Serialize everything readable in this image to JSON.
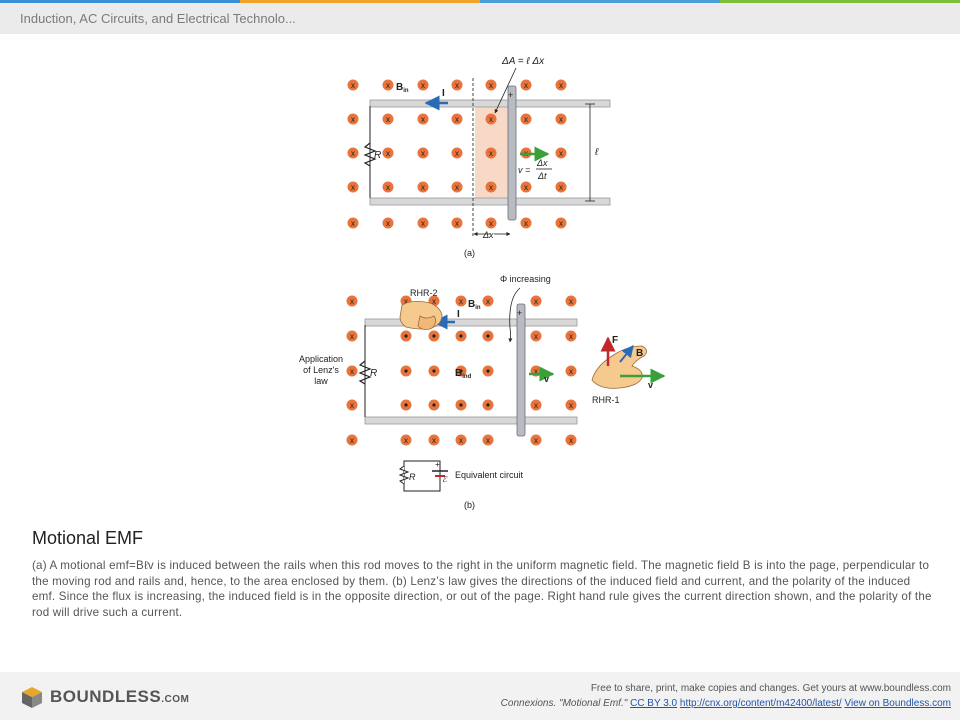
{
  "header": {
    "title": "Induction, AC Circuits, and Electrical Technolo...",
    "bar_colors": [
      "#3a8fd6",
      "#f0a32a",
      "#4a9fd8",
      "#7dbf3b"
    ]
  },
  "figure": {
    "a": {
      "delta_a_label": "ΔA = ℓ Δx",
      "b_in_label": "B",
      "b_in_sub": "in",
      "current_label": "I",
      "resistor_label": "R",
      "length_label": "ℓ",
      "velocity_label": "v =",
      "velocity_num": "Δx",
      "velocity_den": "Δt",
      "delta_x_label": "Δx",
      "rod_plus": "+",
      "panel_label": "(a)",
      "field_marker": "x"
    },
    "b": {
      "rhr2_label": "RHR-2",
      "phi_label": "Φ increasing",
      "b_in_label": "B",
      "b_in_sub": "in",
      "current_label": "I",
      "lenz_line1": "Application",
      "lenz_line2": "of Lenz's",
      "lenz_line3": "law",
      "resistor_label": "R",
      "b_ind_label": "B",
      "b_ind_sub": "ind",
      "v_label": "v",
      "f_label": "F",
      "b_hand_label": "B",
      "v_hand_label": "v",
      "rhr1_label": "RHR-1",
      "rod_plus": "+",
      "eq_plus": "+",
      "eq_emf": "ℰ",
      "eq_r": "R",
      "eq_label": "Equivalent circuit",
      "panel_label": "(b)",
      "field_marker": "x"
    },
    "colors": {
      "marker": "#e8743b",
      "arrow_blue": "#2a6bb5",
      "arrow_green": "#3aa03a",
      "arrow_red": "#c0282c",
      "rail": "#d8d8d8",
      "shade": "#f8d9c7"
    }
  },
  "caption": {
    "title": "Motional EMF",
    "body": "(a) A motional emf=Bℓv is induced between the rails when this rod moves to the right in the uniform magnetic field. The magnetic field B is into the page, perpendicular to the moving rod and rails and, hence, to the area enclosed by them. (b) Lenz’s law gives the directions of the induced field and current, and the polarity of the induced emf. Since the flux is increasing, the induced field is in the opposite direction, or out of the page. Right hand rule gives the current direction shown, and the polarity of the rod will drive such a current."
  },
  "footer": {
    "logo_main": "BOUNDLESS",
    "logo_suffix": ".COM",
    "share_text": "Free to share, print, make copies and changes. Get yours at www.boundless.com",
    "cite_lead": "Connexions. \"Motional Emf.\"",
    "license_link": "CC BY 3.0",
    "source_link": "http://cnx.org/content/m42400/latest/",
    "view_link": "View on Boundless.com"
  }
}
